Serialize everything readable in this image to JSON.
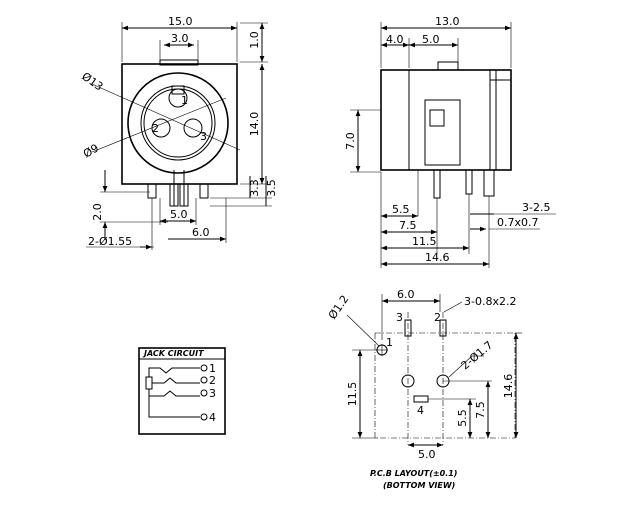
{
  "front_view": {
    "width_label": "15.0",
    "top_offset_label": "1.0",
    "key_width_label": "3.0",
    "dia_outer_label": "Ø13",
    "dia_inner_label": "Ø9",
    "height_label": "14.0",
    "pin_num_1": "1",
    "pin_num_2": "2",
    "pin_num_3": "3",
    "pin_length_label": "2.0",
    "pin_pitch_label": "5.0",
    "pin_span_label": "6.0",
    "leg_height_label": "3.3",
    "leg_total_label": "3.5",
    "hole_label": "2-Ø1.55"
  },
  "side_view": {
    "length_label": "13.0",
    "offset_label": "4.0",
    "key_label": "5.0",
    "height_label": "7.0",
    "dim_55": "5.5",
    "dim_75": "7.5",
    "dim_115": "11.5",
    "dim_146": "14.6",
    "pins_label": "3-2.5",
    "pin_size_label": "0.7x0.7"
  },
  "pcb_layout": {
    "spacing_label": "6.0",
    "slots_label": "3-0.8x2.2",
    "small_hole_label": "Ø1.2",
    "large_holes_label": "2-Ø1.7",
    "height_label": "11.5",
    "total_label": "14.6",
    "dim_55": "5.5",
    "dim_75": "7.5",
    "bottom_label": "5.0",
    "pin_1": "1",
    "pin_2": "2",
    "pin_3": "3",
    "pin_4": "4",
    "caption_line1": "P.C.B LAYOUT(±0.1)",
    "caption_line2": "(BOTTOM VIEW)"
  },
  "jack_circuit": {
    "title": "JACK CIRCUIT",
    "terminal_1": "1",
    "terminal_2": "2",
    "terminal_3": "3",
    "terminal_4": "4"
  }
}
